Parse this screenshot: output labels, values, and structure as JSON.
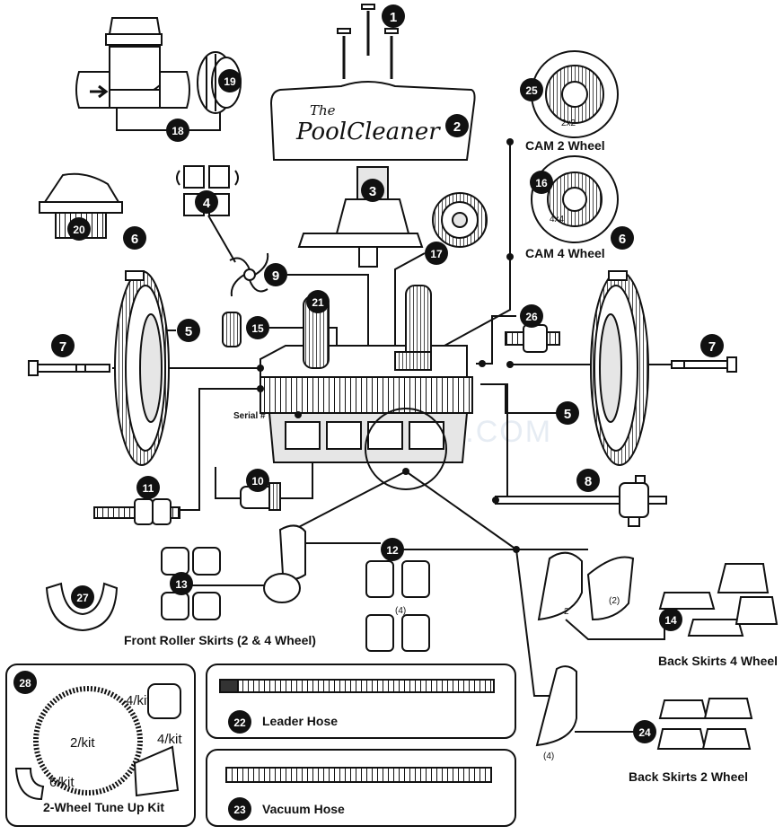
{
  "brand": {
    "line1": "The",
    "line2": "PoolCleaner"
  },
  "watermark": "INYOPOOLS.COM",
  "badges": [
    "1",
    "2",
    "3",
    "4",
    "5",
    "6",
    "7",
    "8",
    "9",
    "10",
    "11",
    "12",
    "13",
    "14",
    "15",
    "16",
    "17",
    "18",
    "19",
    "20",
    "21",
    "22",
    "23",
    "24",
    "25",
    "26",
    "27",
    "28"
  ],
  "labels": {
    "cam2": "CAM 2 Wheel",
    "cam4": "CAM 4 Wheel",
    "serial": "Serial #",
    "front_skirts": "Front Roller Skirts (2 & 4 Wheel)",
    "back4": "Back Skirts 4 Wheel",
    "back2": "Back Skirts 2 Wheel",
    "leader_hose": "Leader Hose",
    "vacuum_hose": "Vacuum Hose",
    "tune_kit": "2-Wheel Tune Up Kit"
  },
  "cam_text": {
    "cam2": "2x2",
    "cam4": "4x4"
  },
  "quantities": {
    "q12": "(4)",
    "q14a": "(2)",
    "q14b": "2",
    "q24": "(4)",
    "kit_2": "2/kit",
    "kit_4a": "4/kit",
    "kit_4b": "4/kit",
    "kit_6": "6/kit"
  },
  "icons": [
    "arrow-right-icon"
  ]
}
